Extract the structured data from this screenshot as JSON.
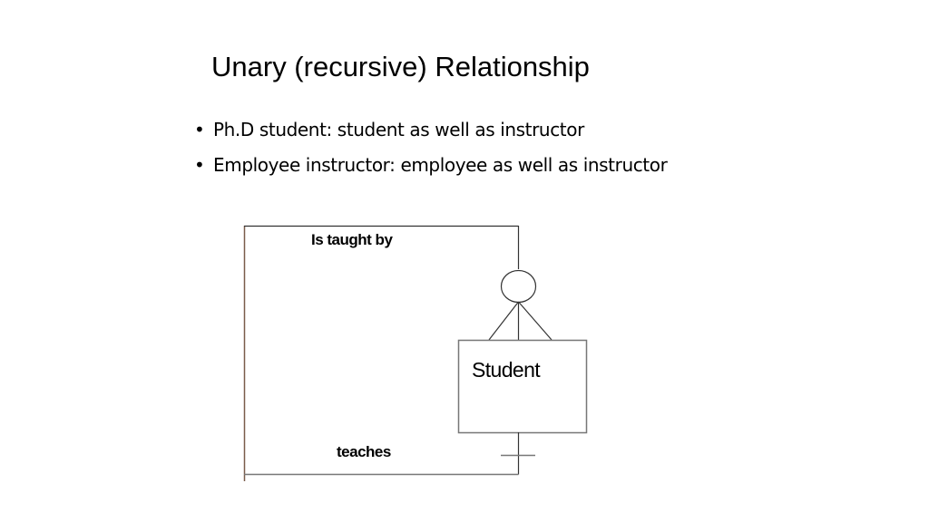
{
  "slide": {
    "title": "Unary (recursive) Relationship",
    "bullets": [
      {
        "marker": "•",
        "text": "Ph.D student: student as well as instructor"
      },
      {
        "marker": "•",
        "text": "Employee instructor: employee as well as instructor"
      }
    ]
  },
  "diagram": {
    "entity": {
      "name": "Student"
    },
    "relationship_labels": {
      "top": "Is taught by",
      "bottom": "teaches"
    },
    "cardinality": {
      "top_end": "zero-or-many (circle + crow's foot)",
      "bottom_end": "one (single bar)"
    },
    "colors": {
      "line": "#333333",
      "left_line": "#7a5c4a",
      "box_border": "#777777"
    }
  }
}
